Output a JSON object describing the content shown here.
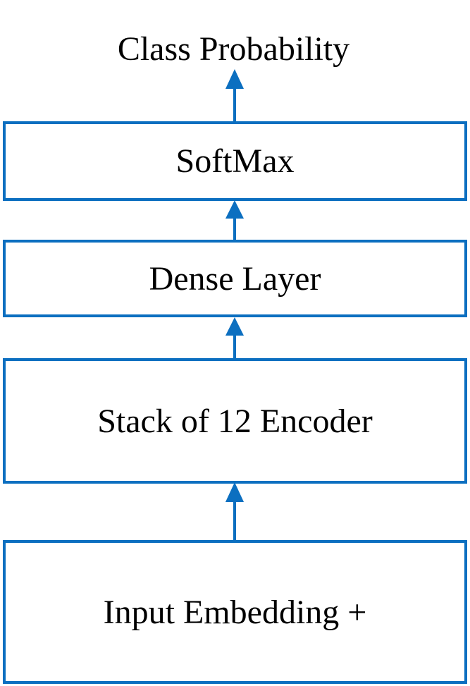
{
  "diagram": {
    "output_label": "Class Probability",
    "boxes": {
      "softmax": "SoftMax",
      "dense": "Dense Layer",
      "encoder": "Stack of 12 Encoder",
      "input": "Input Embedding +"
    },
    "colors": {
      "stroke": "#0c6fc0",
      "text": "#000000",
      "background": "#ffffff"
    }
  }
}
